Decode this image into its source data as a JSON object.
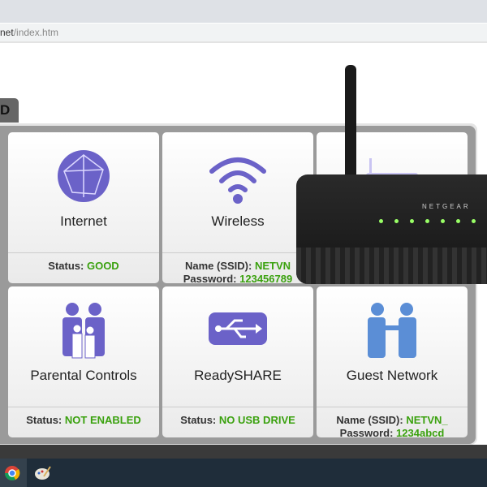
{
  "browser": {
    "url_host": "net",
    "url_path": "/index.htm"
  },
  "tab": {
    "label": "D"
  },
  "tiles": [
    {
      "title": "Internet",
      "status_label": "Status:",
      "status_value": "GOOD"
    },
    {
      "title": "Wireless",
      "ssid_label": "Name (SSID):",
      "ssid_value": "NETVN",
      "password_label": "Password:",
      "password_value": "123456789"
    },
    {
      "title": ""
    },
    {
      "title": "Parental Controls",
      "status_label": "Status:",
      "status_value": "NOT ENABLED"
    },
    {
      "title": "ReadySHARE",
      "status_label": "Status:",
      "status_value": "NO USB DRIVE"
    },
    {
      "title": "Guest Network",
      "ssid_label": "Name (SSID):",
      "ssid_value": "NETVN_",
      "password_label": "Password:",
      "password_value": "1234abcd"
    }
  ],
  "router_photo": {
    "brand": "NETGEAR"
  },
  "colors": {
    "accent_green": "#3aa10e",
    "icon_purple": "#6b62c8"
  }
}
